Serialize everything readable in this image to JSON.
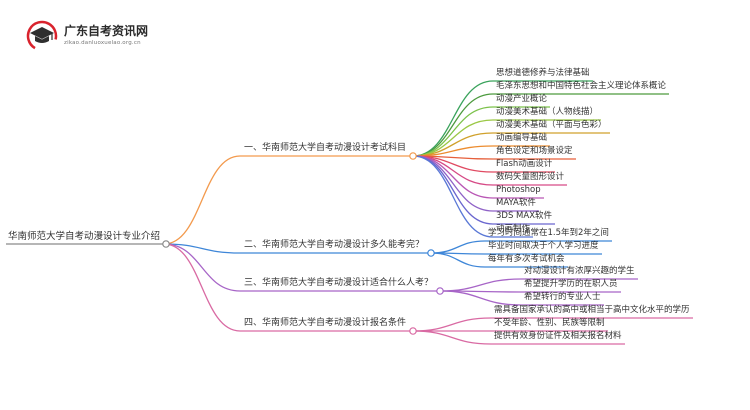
{
  "site": {
    "name": "广东自考资讯网",
    "url": "zikao.danluoxuelao.org.cn",
    "icon": "graduation-cap-icon",
    "colors": {
      "cap": "#2f2f2f",
      "ring": "#d9232d"
    }
  },
  "mindmap": {
    "root": "华南师范大学自考动漫设计专业介绍",
    "branches": [
      {
        "label": "一、华南师范大学自考动漫设计考试科目",
        "color": "#f39a4d",
        "children": [
          "思想道德修养与法律基础",
          "毛泽东思想和中国特色社会主义理论体系概论",
          "动漫产业概论",
          "动漫美术基础（人物线描）",
          "动漫美术基础（平面与色彩）",
          "动画编导基础",
          "角色设定和场景设定",
          "Flash动画设计",
          "数码矢量图形设计",
          "Photoshop",
          "MAYA软件",
          "3DS MAX软件",
          "动画制作"
        ]
      },
      {
        "label": "二、华南师范大学自考动漫设计多久能考完？",
        "color": "#3e86d8",
        "children": [
          "学习时间通常在1.5年到2年之间",
          "毕业时间取决于个人学习进度",
          "每年有多次考试机会"
        ]
      },
      {
        "label": "三、华南师范大学自考动漫设计适合什么人考？",
        "color": "#a765c7",
        "children": [
          "对动漫设计有浓厚兴趣的学生",
          "希望提升学历的在职人员",
          "希望转行的专业人士"
        ]
      },
      {
        "label": "四、华南师范大学自考动漫设计报名条件",
        "color": "#d96aa3",
        "children": [
          "需具备国家承认的高中或相当于高中文化水平的学历",
          "不受年龄、性别、民族等限制",
          "提供有效身份证件及相关报名材料"
        ]
      }
    ],
    "branch_one_leaf_colors": [
      "#3aa35c",
      "#4d9b3f",
      "#7cc24b",
      "#9bc845",
      "#d0a12c",
      "#ec8c2f",
      "#e65f3b",
      "#e04a62",
      "#d64a86",
      "#b957b5",
      "#8f62c7",
      "#6a66cf",
      "#5a78d6"
    ]
  }
}
